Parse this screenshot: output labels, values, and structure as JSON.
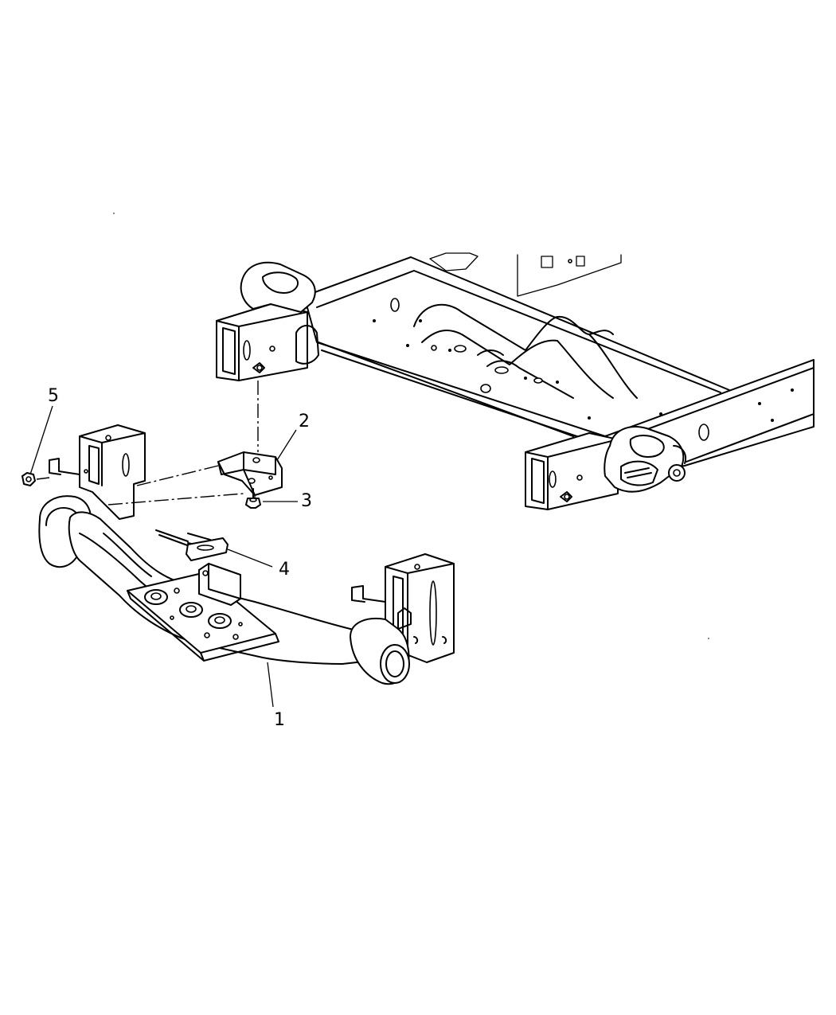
{
  "callouts": [
    {
      "id": "1",
      "label": "1"
    },
    {
      "id": "2",
      "label": "2"
    },
    {
      "id": "3",
      "label": "3"
    },
    {
      "id": "4",
      "label": "4"
    },
    {
      "id": "5",
      "label": "5"
    }
  ],
  "parts": [
    {
      "callout": "1",
      "name": "crossmember"
    },
    {
      "callout": "2",
      "name": "bracket"
    },
    {
      "callout": "3",
      "name": "bolt"
    },
    {
      "callout": "4",
      "name": "bolt-and-washer"
    },
    {
      "callout": "5",
      "name": "nut"
    }
  ]
}
